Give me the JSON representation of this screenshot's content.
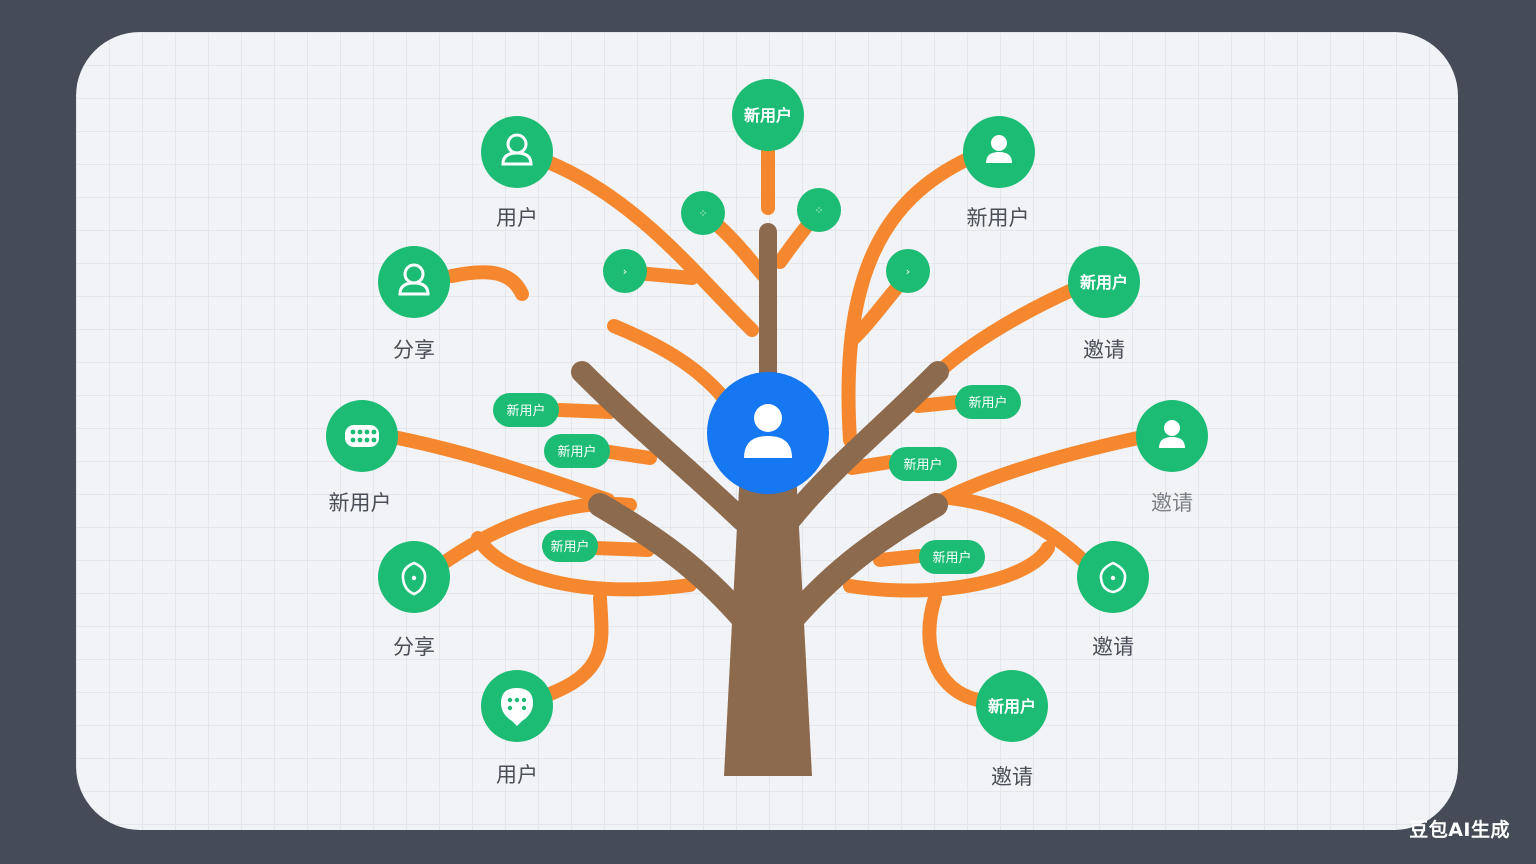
{
  "colors": {
    "background": "#454c58",
    "canvas": "#f2f3f6",
    "branch": "#f5882f",
    "trunk": "#8c6a4d",
    "node": "#1dbc74",
    "center": "#1677f2"
  },
  "center_node": {
    "icon": "user-icon"
  },
  "nodes": {
    "top": {
      "text": "新用户"
    },
    "upper_left": {
      "icon": "user-outline-icon",
      "label": "用户"
    },
    "upper_right": {
      "icon": "user-icon",
      "label": "新用户"
    },
    "left_share": {
      "icon": "user-outline-icon",
      "label": "分享"
    },
    "right_invite": {
      "text": "新用户",
      "label": "邀请"
    },
    "left_mid": {
      "icon": "grid-dots-icon",
      "label": "新用户"
    },
    "right_mid": {
      "icon": "user-icon",
      "label": "邀请"
    },
    "left_low": {
      "icon": "shield-icon",
      "label": "分享"
    },
    "right_low": {
      "icon": "shield-icon",
      "label": "邀请"
    },
    "bottom_left": {
      "icon": "face-icon",
      "label": "用户"
    },
    "bottom_right": {
      "text": "新用户",
      "label": "邀请"
    }
  },
  "pills": {
    "left_1": "新用户",
    "left_2": "新用户",
    "left_3": "新用户",
    "right_1": "新用户",
    "right_2": "新用户",
    "right_3": "新用户"
  },
  "watermark": "豆包AI生成"
}
